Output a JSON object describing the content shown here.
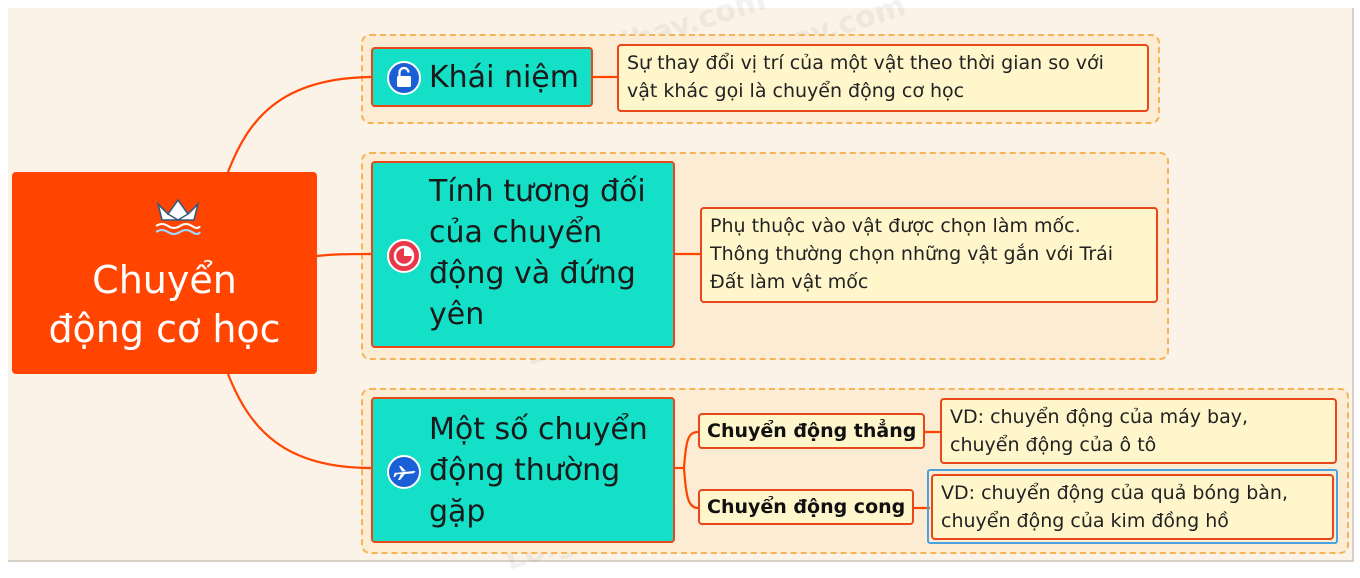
{
  "root": {
    "title_line1": "Chuyển",
    "title_line2": "động cơ học",
    "icon": "paper-boat-icon"
  },
  "branches": [
    {
      "label_lines": [
        "Khái niệm"
      ],
      "icon": "lock-icon",
      "note_lines": [
        "Sự thay đổi vị trí của một vật theo thời gian so với",
        "vật khác gọi là chuyển động cơ học"
      ]
    },
    {
      "label_lines": [
        "Tính tương đối",
        "của chuyển",
        "động và đứng",
        "yên"
      ],
      "icon": "pie-chart-icon",
      "note_lines": [
        "Phụ thuộc vào vật được chọn làm mốc.",
        "Thông thường chọn những vật gắn với Trái",
        "Đất làm vật mốc"
      ]
    },
    {
      "label_lines": [
        "Một số chuyển",
        "động thường",
        "gặp"
      ],
      "icon": "airplane-icon",
      "subtopics": [
        {
          "label": "Chuyển động thẳng",
          "note_lines": [
            "VD: chuyển động của máy bay,",
            "chuyển động của ô tô"
          ]
        },
        {
          "label": "Chuyển động cong",
          "note_lines": [
            "VD: chuyển động của quả bóng bàn,",
            "chuyển động của kim đồng hồ"
          ]
        }
      ]
    }
  ],
  "colors": {
    "root": "#ff4500",
    "topic": "#14e0c8",
    "note": "#fff6cc",
    "connector": "#ff4500",
    "group_border": "#f3b45a"
  }
}
